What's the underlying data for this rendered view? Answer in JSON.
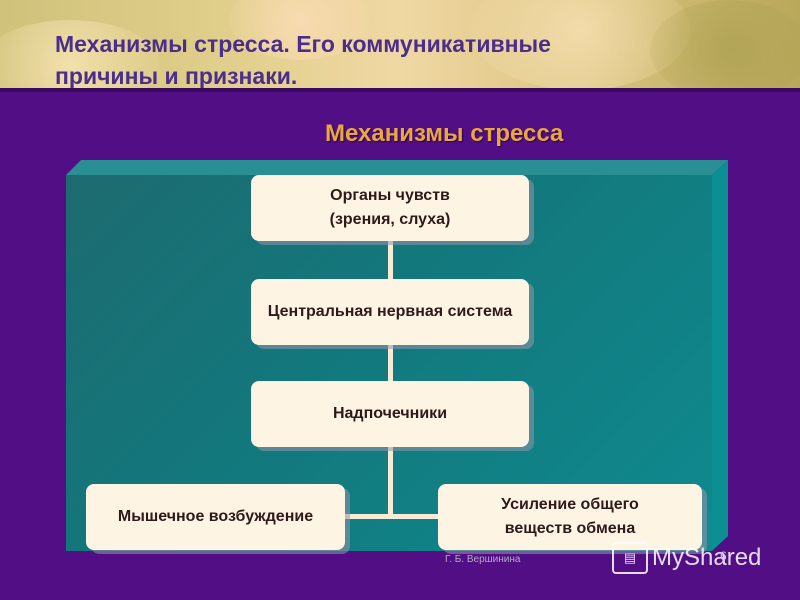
{
  "header": {
    "title_line1": "Механизмы стресса.  Его коммуникативные",
    "title_line2": "причины и признаки."
  },
  "diagram": {
    "title": "Механизмы стресса",
    "nodes": {
      "senses": "Органы чувств\n(зрения, слуха)",
      "cns": "Центральная нервная система",
      "adrenal": "Надпочечники",
      "muscle": "Мышечное возбуждение",
      "metabolism": "Усиление общего\nвеществ обмена"
    },
    "edges": [
      [
        "senses",
        "cns"
      ],
      [
        "cns",
        "adrenal"
      ],
      [
        "adrenal",
        "muscle"
      ],
      [
        "adrenal",
        "metabolism"
      ]
    ]
  },
  "footer": {
    "author": "Г. Б. Вершинина",
    "brand": "MyShared",
    "page": "6"
  }
}
